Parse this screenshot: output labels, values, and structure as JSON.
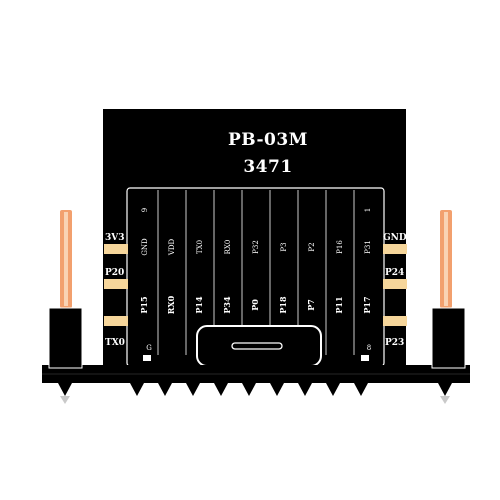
{
  "module": {
    "model": "PB-03M",
    "code": "3471",
    "board_color": "#000000",
    "pad_color": "#f6d69b",
    "pin_color": "#f2a06e",
    "pin_tip_color": "#c9c9c9"
  },
  "edge_labels": {
    "left": [
      "3V3",
      "P20",
      "TX0"
    ],
    "right": [
      "GND",
      "P24",
      "P23"
    ]
  },
  "column_numbers": {
    "left": "9",
    "right": "1"
  },
  "top_row_labels": [
    "GND",
    "VDD",
    "TX0",
    "RX0",
    "P32",
    "P3",
    "P2",
    "P16",
    "P31"
  ],
  "bottom_row_labels": [
    "P15",
    "RX0",
    "P14",
    "P34",
    "P0",
    "P18",
    "P7",
    "P11",
    "P17"
  ],
  "corner_marks": {
    "left": "G",
    "right": "8"
  }
}
